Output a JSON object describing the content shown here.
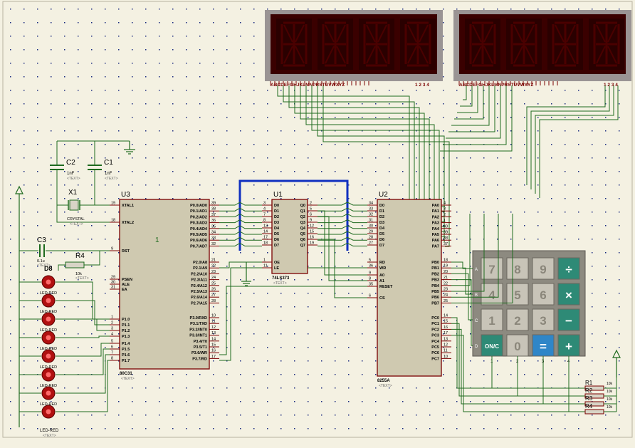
{
  "colors": {
    "background": "#f4f1e2",
    "grid_dot": "#1a2a80",
    "chip_fill": "#cfc9b0",
    "chip_stroke": "#7a0000",
    "wire": "#1e6a1e",
    "bus": "#1030c0",
    "display_bg": "#2a0000",
    "display_frame": "#9a9494",
    "led": "#b01010",
    "key_gray": "#c8c4b8",
    "key_teal": "#2e8a76",
    "key_blue": "#2f86c8"
  },
  "chips": {
    "u3": {
      "ref": "U3",
      "part": "80C31",
      "text": "<TEXT>",
      "pin1": "1",
      "left_pins": [
        {
          "num": "19",
          "name": "XTAL1"
        },
        {
          "num": "18",
          "name": "XTAL2"
        },
        {
          "num": "9",
          "name": "RST"
        },
        {
          "num": "29",
          "name": "PSEN"
        },
        {
          "num": "30",
          "name": "ALE"
        },
        {
          "num": "31",
          "name": "EA"
        },
        {
          "num": "1",
          "name": "P1.0"
        },
        {
          "num": "2",
          "name": "P1.1"
        },
        {
          "num": "3",
          "name": "P1.2"
        },
        {
          "num": "4",
          "name": "P1.3"
        },
        {
          "num": "5",
          "name": "P1.4"
        },
        {
          "num": "6",
          "name": "P1.5"
        },
        {
          "num": "7",
          "name": "P1.6"
        },
        {
          "num": "8",
          "name": "P1.7"
        }
      ],
      "right_pins": [
        {
          "num": "39",
          "name": "P0.0/AD0"
        },
        {
          "num": "38",
          "name": "P0.1/AD1"
        },
        {
          "num": "37",
          "name": "P0.2/AD2"
        },
        {
          "num": "36",
          "name": "P0.3/AD3"
        },
        {
          "num": "35",
          "name": "P0.4/AD4"
        },
        {
          "num": "34",
          "name": "P0.5/AD5"
        },
        {
          "num": "33",
          "name": "P0.6/AD6"
        },
        {
          "num": "32",
          "name": "P0.7/AD7"
        },
        {
          "num": "21",
          "name": "P2.0/A8"
        },
        {
          "num": "22",
          "name": "P2.1/A9"
        },
        {
          "num": "23",
          "name": "P2.2/A10"
        },
        {
          "num": "24",
          "name": "P2.3/A11"
        },
        {
          "num": "25",
          "name": "P2.4/A12"
        },
        {
          "num": "26",
          "name": "P2.5/A13"
        },
        {
          "num": "27",
          "name": "P2.6/A14"
        },
        {
          "num": "28",
          "name": "P2.7/A15"
        },
        {
          "num": "10",
          "name": "P3.0/RXD"
        },
        {
          "num": "11",
          "name": "P3.1/TXD"
        },
        {
          "num": "12",
          "name": "P3.2/INT0"
        },
        {
          "num": "13",
          "name": "P3.3/INT1"
        },
        {
          "num": "14",
          "name": "P3.4/T0"
        },
        {
          "num": "15",
          "name": "P3.5/T1"
        },
        {
          "num": "16",
          "name": "P3.6/WR"
        },
        {
          "num": "17",
          "name": "P3.7/RD"
        }
      ]
    },
    "u1": {
      "ref": "U1",
      "part": "74LS373",
      "text": "<TEXT>",
      "left_pins": [
        {
          "num": "3",
          "name": "D0"
        },
        {
          "num": "4",
          "name": "D1"
        },
        {
          "num": "7",
          "name": "D2"
        },
        {
          "num": "8",
          "name": "D3"
        },
        {
          "num": "13",
          "name": "D4"
        },
        {
          "num": "14",
          "name": "D5"
        },
        {
          "num": "17",
          "name": "D6"
        },
        {
          "num": "18",
          "name": "D7"
        },
        {
          "num": "1",
          "name": "OE"
        },
        {
          "num": "11",
          "name": "LE"
        }
      ],
      "right_pins": [
        {
          "num": "2",
          "name": "Q0"
        },
        {
          "num": "5",
          "name": "Q1"
        },
        {
          "num": "6",
          "name": "Q2"
        },
        {
          "num": "9",
          "name": "Q3"
        },
        {
          "num": "12",
          "name": "Q4"
        },
        {
          "num": "15",
          "name": "Q5"
        },
        {
          "num": "16",
          "name": "Q6"
        },
        {
          "num": "19",
          "name": "Q7"
        }
      ]
    },
    "u2": {
      "ref": "U2",
      "part": "8255A",
      "text": "<TEXT>",
      "left_pins": [
        {
          "num": "34",
          "name": "D0"
        },
        {
          "num": "33",
          "name": "D1"
        },
        {
          "num": "32",
          "name": "D2"
        },
        {
          "num": "31",
          "name": "D3"
        },
        {
          "num": "30",
          "name": "D4"
        },
        {
          "num": "29",
          "name": "D5"
        },
        {
          "num": "28",
          "name": "D6"
        },
        {
          "num": "27",
          "name": "D7"
        },
        {
          "num": "5",
          "name": "RD"
        },
        {
          "num": "36",
          "name": "WR"
        },
        {
          "num": "9",
          "name": "A0"
        },
        {
          "num": "8",
          "name": "A1"
        },
        {
          "num": "35",
          "name": "RESET"
        },
        {
          "num": "6",
          "name": "CS"
        }
      ],
      "right_pins": [
        {
          "num": "4",
          "name": "PA0"
        },
        {
          "num": "3",
          "name": "PA1"
        },
        {
          "num": "2",
          "name": "PA2"
        },
        {
          "num": "1",
          "name": "PA3"
        },
        {
          "num": "40",
          "name": "PA4"
        },
        {
          "num": "39",
          "name": "PA5"
        },
        {
          "num": "38",
          "name": "PA6"
        },
        {
          "num": "37",
          "name": "PA7"
        },
        {
          "num": "18",
          "name": "PB0"
        },
        {
          "num": "19",
          "name": "PB1"
        },
        {
          "num": "20",
          "name": "PB2"
        },
        {
          "num": "21",
          "name": "PB3"
        },
        {
          "num": "22",
          "name": "PB4"
        },
        {
          "num": "23",
          "name": "PB5"
        },
        {
          "num": "24",
          "name": "PB6"
        },
        {
          "num": "25",
          "name": "PB7"
        },
        {
          "num": "14",
          "name": "PC0"
        },
        {
          "num": "15",
          "name": "PC1"
        },
        {
          "num": "16",
          "name": "PC2"
        },
        {
          "num": "17",
          "name": "PC3"
        },
        {
          "num": "13",
          "name": "PC4"
        },
        {
          "num": "12",
          "name": "PC5"
        },
        {
          "num": "11",
          "name": "PC6"
        },
        {
          "num": "10",
          "name": "PC7"
        }
      ]
    }
  },
  "components": {
    "c1": {
      "ref": "C1",
      "value": "1nF",
      "text": "<TEXT>"
    },
    "c2": {
      "ref": "C2",
      "value": "1nF",
      "text": "<TEXT>"
    },
    "c3": {
      "ref": "C3",
      "value": "0.1u",
      "text": "<TEXT>"
    },
    "x1": {
      "ref": "X1",
      "value": "CRYSTAL",
      "text": "<TEXT>"
    },
    "r4_left": {
      "ref": "R4",
      "value": "10k",
      "text": "<TEXT>"
    },
    "ds": {
      "ref": "D8",
      "value": "LED-RED",
      "text": "<TEXT>"
    },
    "pullups": [
      {
        "ref": "R1",
        "value": "10k"
      },
      {
        "ref": "R2",
        "value": "10k"
      },
      {
        "ref": "R3",
        "value": "10k"
      },
      {
        "ref": "R4",
        "value": "10k"
      }
    ]
  },
  "displays": {
    "segment_labels": "ABCDEFGHJKLMNPRSTUVWXYZ",
    "digit_labels": "1 2 3 4"
  },
  "keypad": {
    "rows": [
      [
        {
          "label": "7",
          "style": "gray"
        },
        {
          "label": "8",
          "style": "gray"
        },
        {
          "label": "9",
          "style": "gray"
        },
        {
          "label": "÷",
          "style": "teal"
        }
      ],
      [
        {
          "label": "4",
          "style": "gray"
        },
        {
          "label": "5",
          "style": "gray"
        },
        {
          "label": "6",
          "style": "gray"
        },
        {
          "label": "×",
          "style": "teal"
        }
      ],
      [
        {
          "label": "1",
          "style": "gray"
        },
        {
          "label": "2",
          "style": "gray"
        },
        {
          "label": "3",
          "style": "gray"
        },
        {
          "label": "−",
          "style": "teal"
        }
      ],
      [
        {
          "label": "ON/C",
          "style": "teal"
        },
        {
          "label": "0",
          "style": "gray"
        },
        {
          "label": "=",
          "style": "blue"
        },
        {
          "label": "+",
          "style": "teal"
        }
      ]
    ],
    "row_letters": [
      "A",
      "B",
      "C",
      "D"
    ],
    "col_numbers": [
      "1",
      "2",
      "3",
      "4"
    ]
  }
}
